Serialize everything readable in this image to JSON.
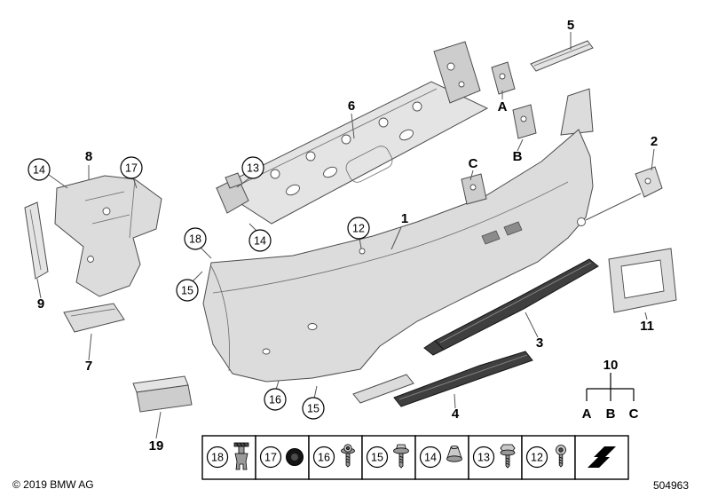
{
  "diagram": {
    "copyright": "© 2019 BMW AG",
    "diagram_number": "504963"
  },
  "callouts": {
    "n1": "1",
    "n2": "2",
    "n3": "3",
    "n4": "4",
    "n5": "5",
    "n6": "6",
    "n7": "7",
    "n8": "8",
    "n9": "9",
    "n10": "10",
    "n11": "11",
    "n19": "19",
    "c12": "12",
    "c13": "13",
    "c14": "14",
    "c15": "15",
    "c16": "16",
    "c17": "17",
    "c18": "18",
    "letterA": "A",
    "letterB": "B",
    "letterC": "C"
  },
  "legend": {
    "items": [
      {
        "num": "18",
        "icon": "expansion-rivet"
      },
      {
        "num": "17",
        "icon": "grommet"
      },
      {
        "num": "16",
        "icon": "screw"
      },
      {
        "num": "15",
        "icon": "screw-washer"
      },
      {
        "num": "14",
        "icon": "flanged-nut"
      },
      {
        "num": "13",
        "icon": "hex-bolt"
      },
      {
        "num": "12",
        "icon": "round-screw"
      },
      {
        "num": "",
        "icon": "continuation-arrow"
      }
    ]
  }
}
